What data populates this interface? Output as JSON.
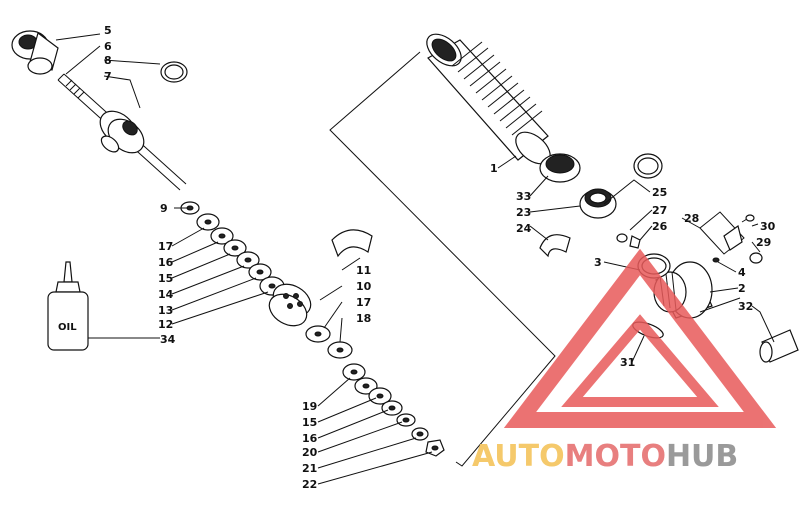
{
  "diagram": {
    "callouts": [
      "1",
      "2",
      "3",
      "4",
      "5",
      "6",
      "7",
      "8",
      "9",
      "10",
      "11",
      "12",
      "13",
      "14",
      "15",
      "16",
      "17",
      "18",
      "19",
      "20",
      "21",
      "22",
      "23",
      "24",
      "25",
      "26",
      "27",
      "28",
      "29",
      "30",
      "31",
      "32",
      "33",
      "34"
    ],
    "left_column_labels": [
      "9",
      "17",
      "16",
      "15",
      "14",
      "13",
      "12"
    ],
    "lower_column_labels": [
      "19",
      "15",
      "16",
      "20",
      "21",
      "22"
    ],
    "oil_bottle_text": "OIL"
  },
  "watermark": {
    "auto": "AUTO",
    "moto": "MOTO",
    "hub": "HUB",
    "colors": {
      "auto": "#f5c96b",
      "moto": "#e87f7f",
      "hub": "#9a9a9a",
      "triangle": "#e85a5a"
    }
  }
}
